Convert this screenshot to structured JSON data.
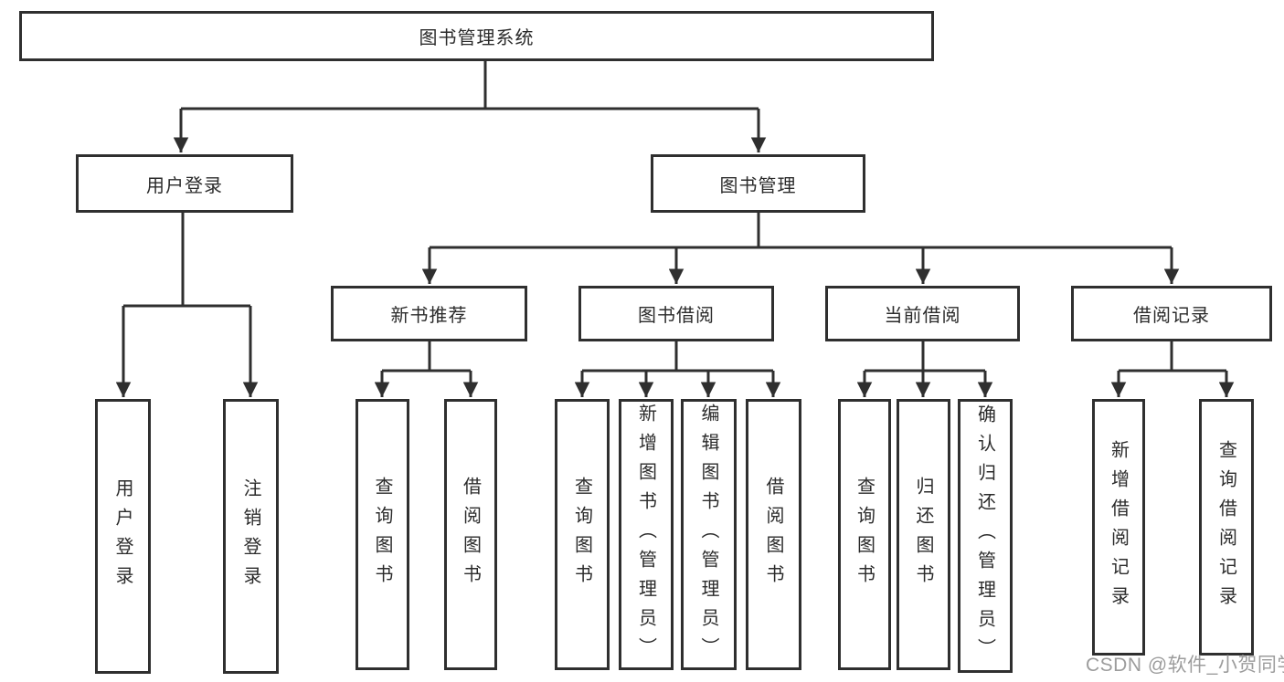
{
  "diagram": {
    "root": {
      "label": "图书管理系统"
    },
    "branches": {
      "user_login": {
        "label": "用户登录",
        "children": {
          "login": {
            "label": "用户登录"
          },
          "logout": {
            "label": "注销登录"
          }
        }
      },
      "book_mgmt": {
        "label": "图书管理",
        "children": {
          "new_books": {
            "label": "新书推荐",
            "children": {
              "query_books": {
                "label": "查询图书"
              },
              "borrow_books": {
                "label": "借阅图书"
              }
            }
          },
          "book_borrow": {
            "label": "图书借阅",
            "children": {
              "query_books": {
                "label": "查询图书"
              },
              "add_books": {
                "label": "新增图书（管理员）"
              },
              "edit_books": {
                "label": "编辑图书（管理员）"
              },
              "borrow_books": {
                "label": "借阅图书"
              }
            }
          },
          "current_borrow": {
            "label": "当前借阅",
            "children": {
              "query_books": {
                "label": "查询图书"
              },
              "return_books": {
                "label": "归还图书"
              },
              "confirm_return": {
                "label": "确认归还（管理员）"
              }
            }
          },
          "borrow_records": {
            "label": "借阅记录",
            "children": {
              "add_record": {
                "label": "新增借阅记录"
              },
              "query_record": {
                "label": "查询借阅记录"
              }
            }
          }
        }
      }
    }
  },
  "watermark": {
    "text": "CSDN @软件_小贺同学"
  },
  "colors": {
    "line": "#2f2f2f",
    "box_border": "#2f2f2f",
    "text": "#2b2b2b",
    "watermark": "#9c9c9c",
    "background": "#ffffff"
  }
}
